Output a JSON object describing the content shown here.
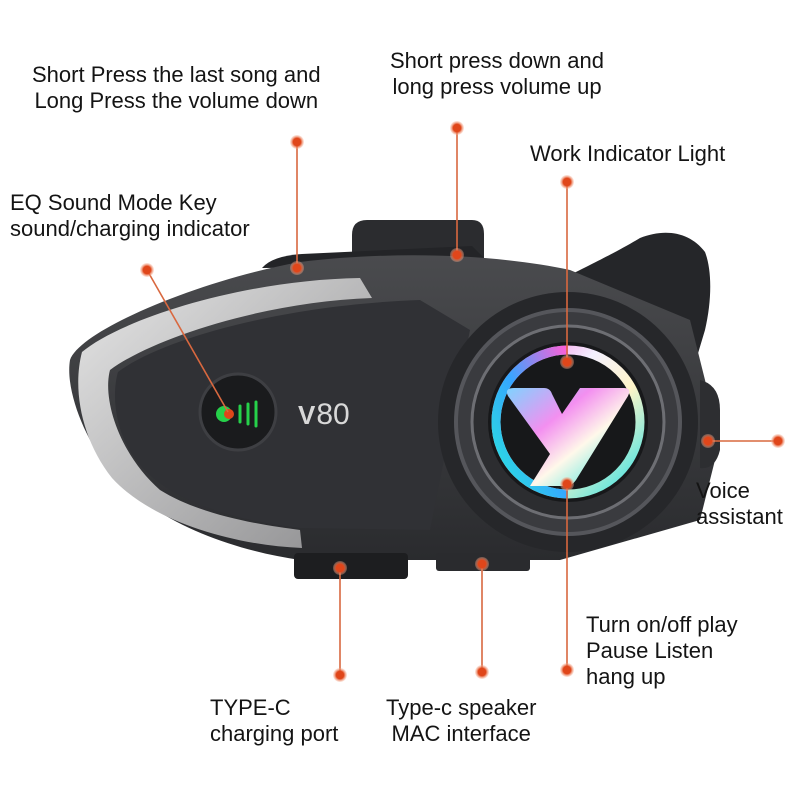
{
  "diagram": {
    "product_logo": "80",
    "accent_color": "#e0461a",
    "callouts": [
      {
        "id": "prev-song",
        "lines": [
          "Short Press the last song and",
          "Long Press the volume down"
        ]
      },
      {
        "id": "next-song",
        "lines": [
          "Short press down and",
          "long press volume up"
        ]
      },
      {
        "id": "work-light",
        "lines": [
          "Work Indicator Light"
        ]
      },
      {
        "id": "eq-key",
        "lines": [
          "EQ Sound Mode Key",
          "sound/charging indicator"
        ]
      },
      {
        "id": "voice-assistant",
        "lines": [
          "Voice",
          "assistant"
        ]
      },
      {
        "id": "main-button",
        "lines": [
          "Turn on/off play",
          "Pause Listen",
          "hang up"
        ]
      },
      {
        "id": "type-c-charging",
        "lines": [
          "TYPE-C",
          "charging port"
        ]
      },
      {
        "id": "type-c-speaker",
        "lines": [
          "Type-c speaker",
          "MAC interface"
        ]
      }
    ]
  }
}
